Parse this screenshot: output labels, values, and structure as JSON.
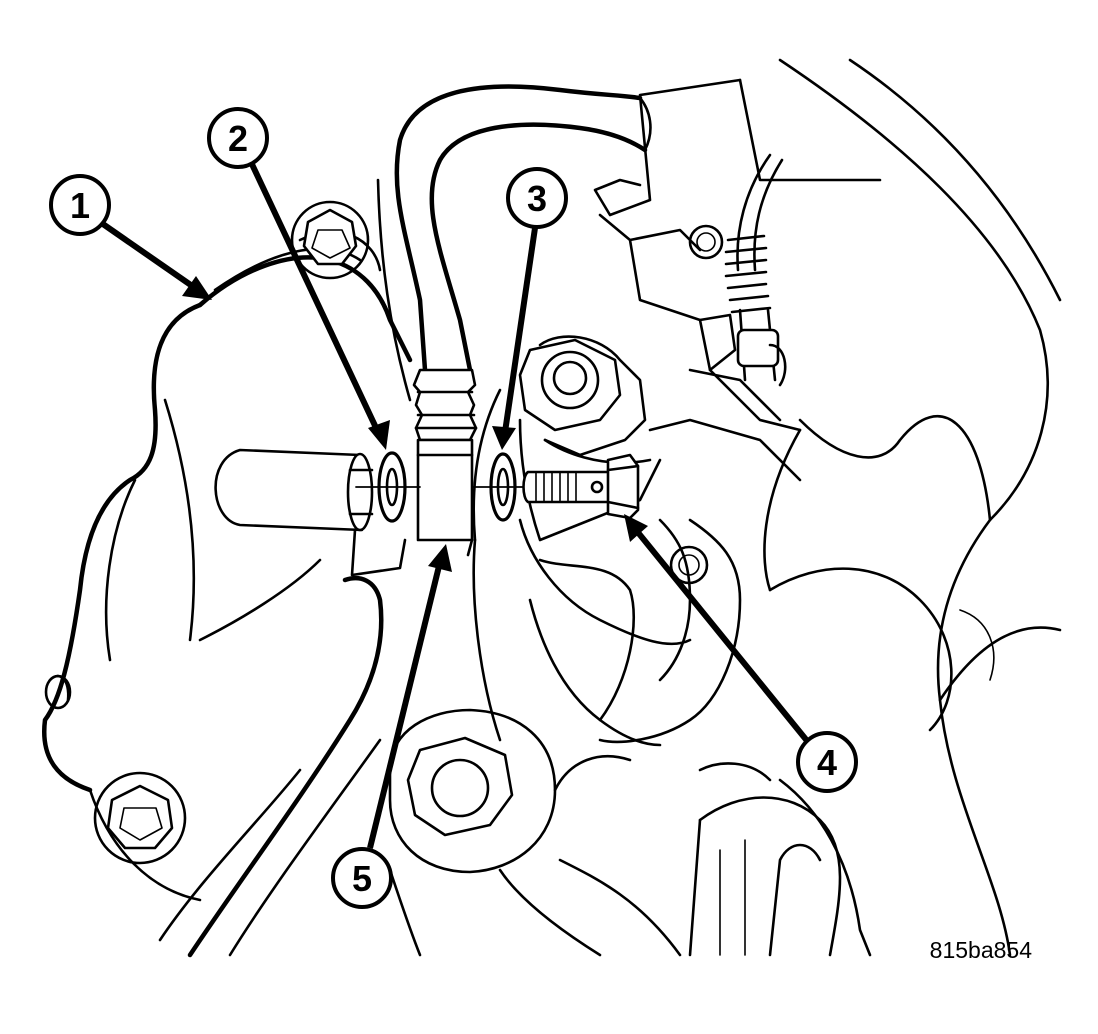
{
  "figure": {
    "figure_id": "815ba854",
    "colors": {
      "line": "#000000",
      "background": "#ffffff"
    }
  },
  "callouts": [
    {
      "label": "1"
    },
    {
      "label": "2"
    },
    {
      "label": "3"
    },
    {
      "label": "4"
    },
    {
      "label": "5"
    }
  ]
}
